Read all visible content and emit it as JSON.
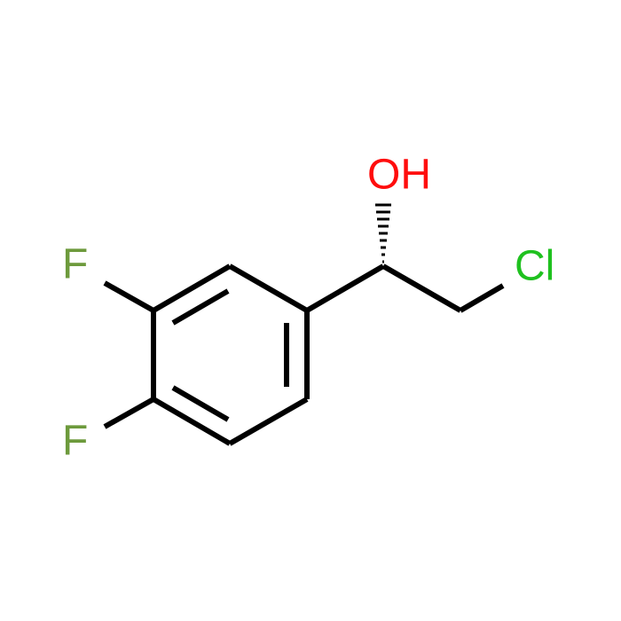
{
  "molecule": {
    "atoms": {
      "hydroxyl": {
        "symbol": "OH",
        "color": "#ff0d0d"
      },
      "chlorine": {
        "symbol": "Cl",
        "color": "#1fc11f"
      },
      "fluorine_3": {
        "symbol": "F",
        "color": "#6d9a3c"
      },
      "fluorine_4": {
        "symbol": "F",
        "color": "#6d9a3c"
      }
    },
    "stereo_bond": "hashed-wedge",
    "bond_color": "#000000"
  }
}
